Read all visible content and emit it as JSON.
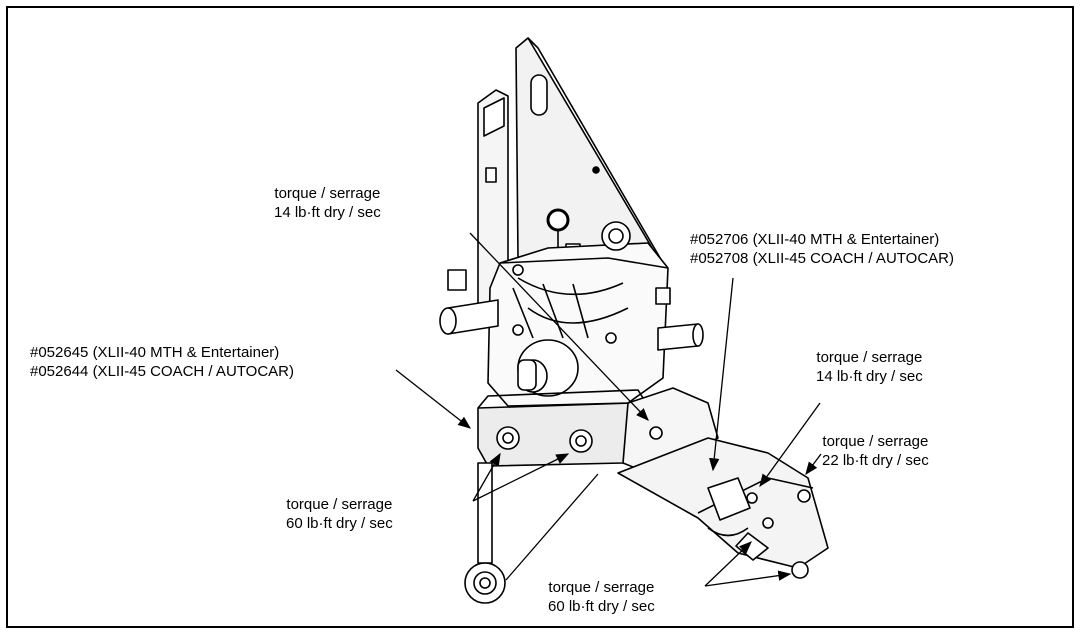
{
  "callouts": {
    "top_left": {
      "line1": "torque / serrage",
      "line2": "14 lb·ft dry / sec"
    },
    "part_a": {
      "line1": "#052706 (XLII-40 MTH & Entertainer)",
      "line2": "#052708 (XLII-45 COACH / AUTOCAR)"
    },
    "part_b": {
      "line1": "#052645 (XLII-40 MTH & Entertainer)",
      "line2": "#052644 (XLII-45 COACH / AUTOCAR)"
    },
    "right_upper": {
      "line1": "torque / serrage",
      "line2": "14 lb·ft dry / sec"
    },
    "right_mid": {
      "line1": "torque / serrage",
      "line2": "22 lb·ft dry / sec"
    },
    "bottom_left": {
      "line1": "torque / serrage",
      "line2": "60 lb·ft dry / sec"
    },
    "bottom_center": {
      "line1": "torque / serrage",
      "line2": "60 lb·ft dry / sec"
    }
  },
  "colors": {
    "line": "#000000",
    "background": "#ffffff",
    "shade": "#d9d9d9"
  }
}
